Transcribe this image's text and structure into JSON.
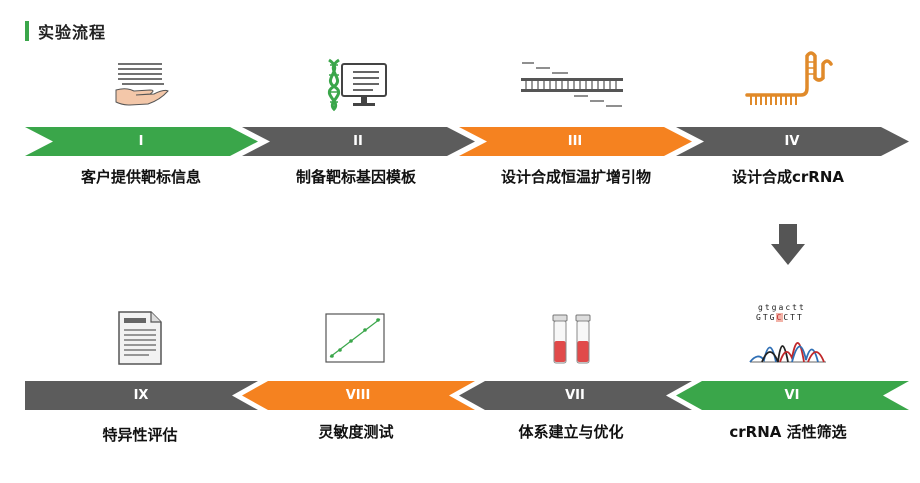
{
  "header": {
    "title": "实验流程"
  },
  "colors": {
    "green": "#3aa64a",
    "gray": "#5c5c5c",
    "orange": "#f58220",
    "header_bar": "#3aa64a"
  },
  "steps": [
    {
      "numeral": "I",
      "label": "客户提供靶标信息",
      "color": "green",
      "icon": "hand-document-icon"
    },
    {
      "numeral": "II",
      "label": "制备靶标基因模板",
      "color": "gray",
      "icon": "dna-monitor-icon"
    },
    {
      "numeral": "III",
      "label": "设计合成恒温扩增引物",
      "color": "orange",
      "icon": "primer-icon"
    },
    {
      "numeral": "IV",
      "label": "设计合成crRNA",
      "color": "gray",
      "icon": "crrna-icon"
    },
    {
      "numeral": "VI",
      "label": "crRNA 活性筛选",
      "color": "green",
      "icon": "chromatogram-icon"
    },
    {
      "numeral": "VII",
      "label": "体系建立与优化",
      "color": "gray",
      "icon": "test-tubes-icon"
    },
    {
      "numeral": "VIII",
      "label": "灵敏度测试",
      "color": "orange",
      "icon": "line-plot-icon"
    },
    {
      "numeral": "IX",
      "label": "特异性评估",
      "color": "gray",
      "icon": "report-icon"
    }
  ],
  "sequence": {
    "top": [
      "g",
      "t",
      "g",
      "a",
      "c",
      "t",
      "t"
    ],
    "bottom": [
      "G",
      "T",
      "G",
      "C",
      "C",
      "T",
      "T"
    ],
    "highlight_index": 3
  },
  "down_arrow_icon": "down-arrow-icon"
}
